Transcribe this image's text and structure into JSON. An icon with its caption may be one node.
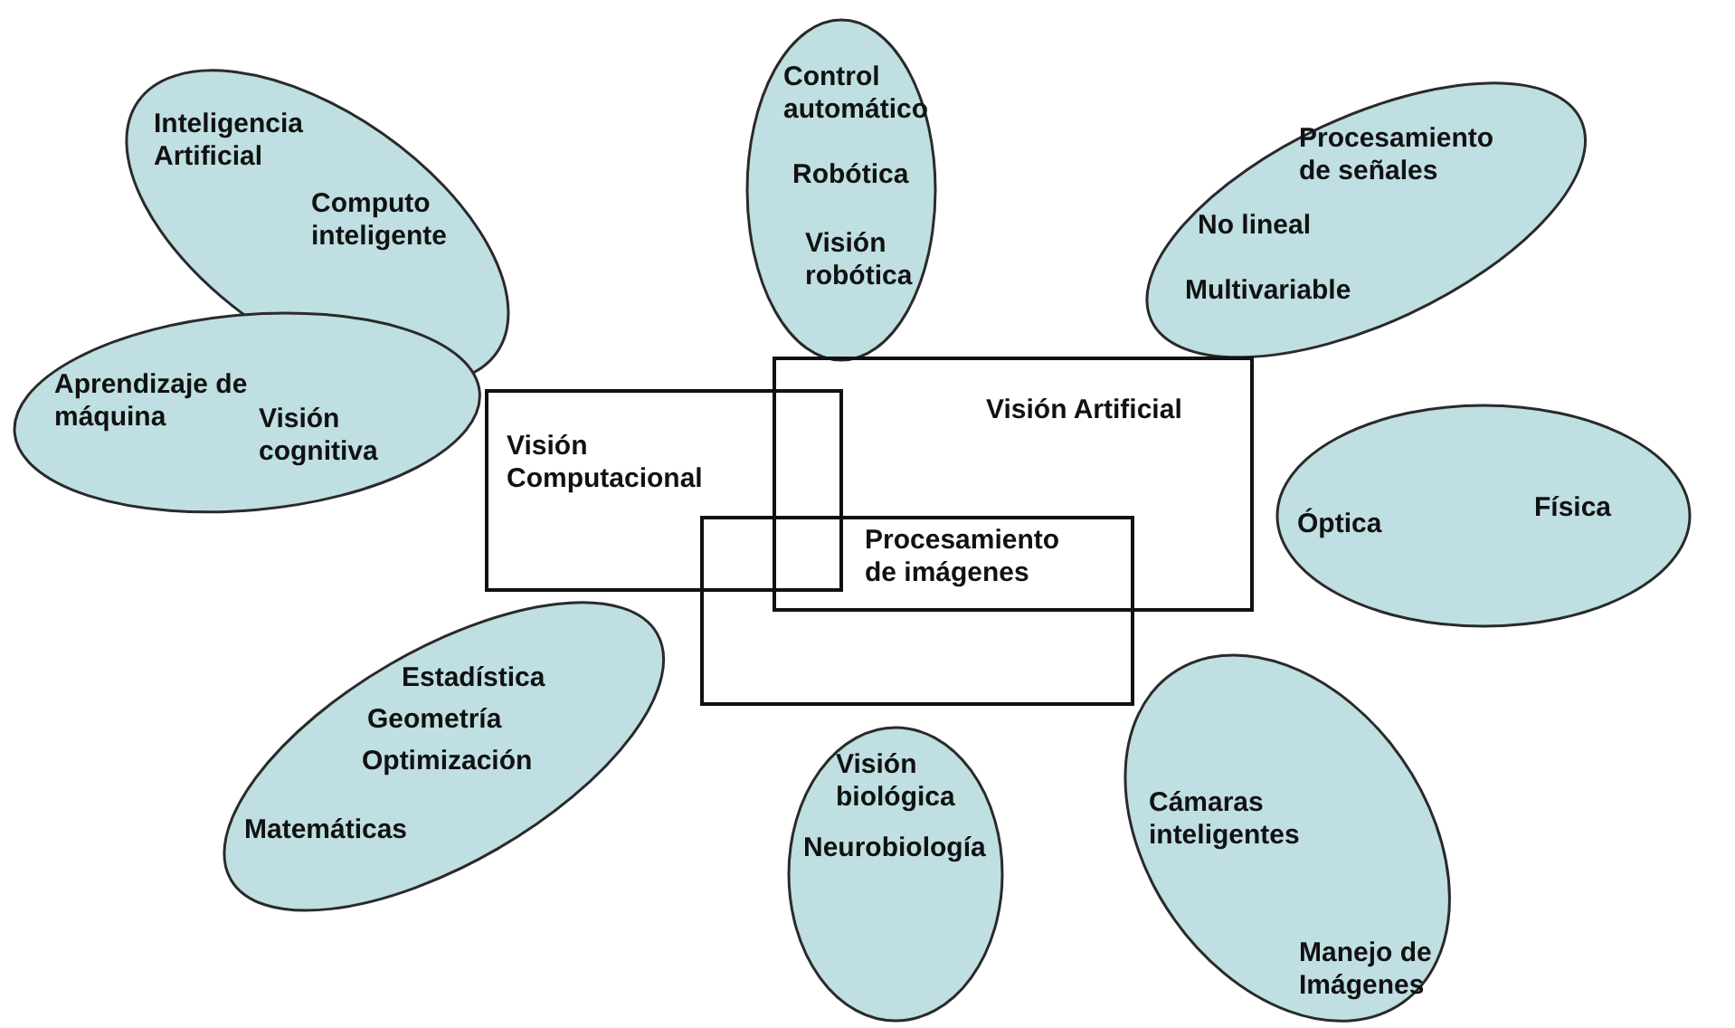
{
  "diagram": {
    "nodes": [
      {
        "text": [
          "Inteligencia Artificial",
          "Computo inteligente"
        ]
      },
      {
        "text": [
          "Control automático",
          "Robótica",
          "Visión robótica"
        ]
      },
      {
        "text": [
          "Procesamiento de señales",
          "No lineal",
          "Multivariable"
        ]
      },
      {
        "text": [
          "Aprendizaje de máquina",
          "Visión cognitiva"
        ]
      },
      {
        "text": [
          "Visión Computacional"
        ]
      },
      {
        "text": [
          "Visión Artificial"
        ]
      },
      {
        "text": [
          "Óptica",
          "Física"
        ]
      },
      {
        "text": [
          "Procesamiento de imágenes"
        ]
      },
      {
        "text": [
          "Estadística",
          "Geometría",
          "Optimización",
          "Matemáticas"
        ]
      },
      {
        "text": [
          "Visión biológica",
          "Neurobiología"
        ]
      },
      {
        "text": [
          "Cámaras inteligentes",
          "Manejo de Imágenes"
        ]
      }
    ]
  }
}
